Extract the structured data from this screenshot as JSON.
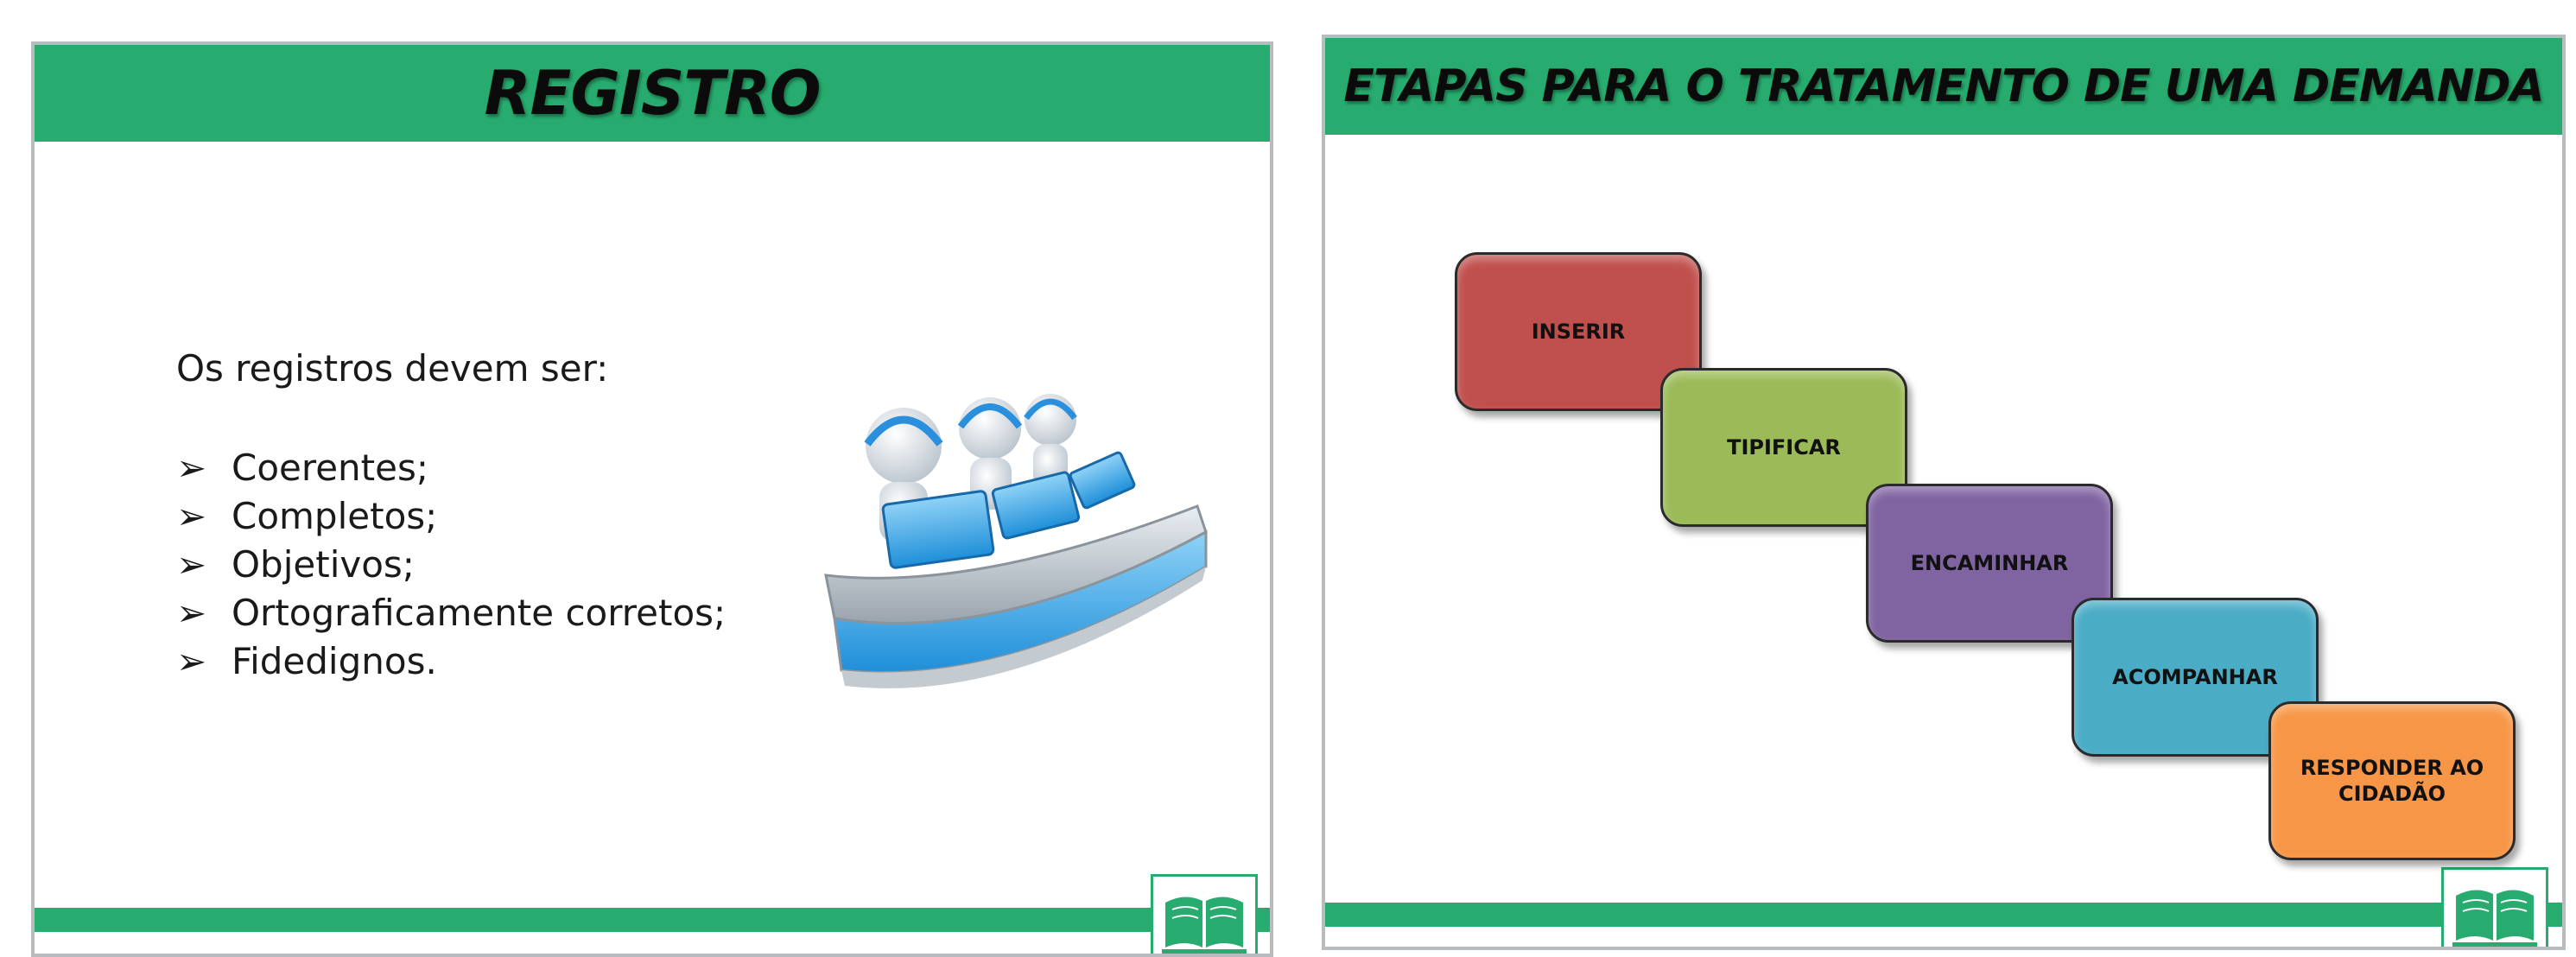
{
  "slides": {
    "left": {
      "title": "REGISTRO",
      "intro": "Os registros devem ser:",
      "bullet_glyph": "➢",
      "bullets": [
        "Coerentes;",
        "Completos;",
        "Objetivos;",
        "Ortograficamente corretos;",
        "Fidedignos."
      ],
      "illustration": "call-center-agents-illustration"
    },
    "right": {
      "title": "ETAPAS PARA O TRATAMENTO DE UMA DEMANDA",
      "steps": [
        {
          "label": "INSERIR",
          "color": "#c0504d"
        },
        {
          "label": "TIPIFICAR",
          "color": "#9bbb59"
        },
        {
          "label": "ENCAMINHAR",
          "color": "#8064a2"
        },
        {
          "label": "ACOMPANHAR",
          "color": "#4bacc6"
        },
        {
          "label": "RESPONDER AO CIDADÃO",
          "color": "#f79646"
        }
      ]
    }
  },
  "colors": {
    "accent": "#27ab6e",
    "slide_border": "#b9bcbf"
  },
  "icons": {
    "footer_logo": "open-book-icon"
  }
}
